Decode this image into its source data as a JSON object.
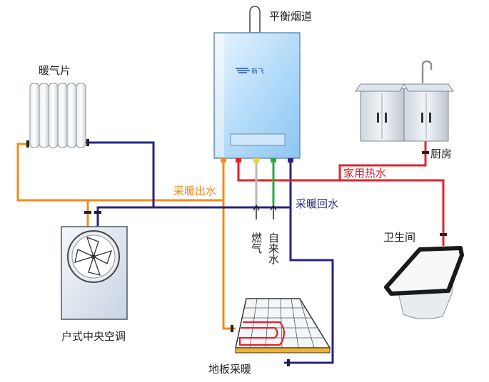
{
  "labels": {
    "flue": "平衡烟道",
    "radiator": "暖气片",
    "kitchen": "厨房",
    "hot_water": "家用热水",
    "heating_out": "采暖出水",
    "heating_return": "采暖回水",
    "gas": "燃气",
    "tap_water": "自来水",
    "bathroom": "卫生间",
    "ac_unit": "户式中央空调",
    "floor_heating": "地板采暖"
  },
  "boiler": {
    "brand": "新飞"
  },
  "colors": {
    "heating_out": "#f08c1c",
    "hot_water": "#e0242b",
    "heating_return": "#26247e",
    "gas": "#b9b9b9",
    "tap_water": "#27a844",
    "boiler_body": "#b6dcfa"
  }
}
